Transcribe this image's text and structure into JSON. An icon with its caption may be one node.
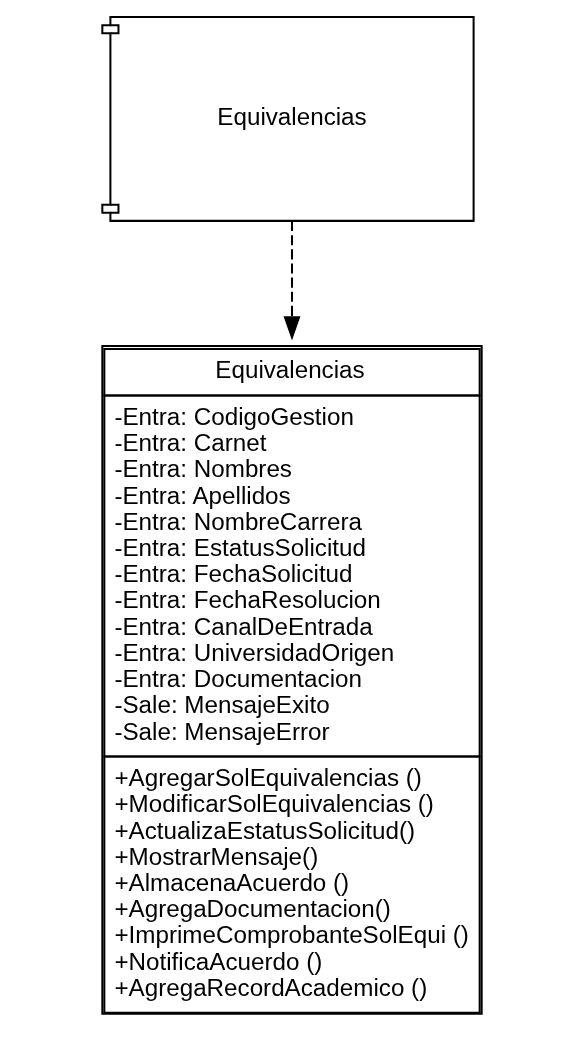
{
  "diagram": {
    "nodes": [
      {
        "text": [
          "Equivalencias"
        ]
      },
      {
        "text": [
          "Equivalencias",
          "-Entra: CodigoGestion",
          "-Entra: Carnet",
          "-Entra: Nombres",
          "-Entra: Apellidos",
          "-Entra: NombreCarrera",
          "-Entra: EstatusSolicitud",
          "-Entra: FechaSolicitud",
          "-Entra: FechaResolucion",
          "-Entra: CanalDeEntrada",
          "-Entra: UniversidadOrigen",
          "-Entra: Documentacion",
          "-Sale: MensajeExito",
          "-Sale: MensajeError",
          "+AgregarSolEquivalencias ()",
          "+ModificarSolEquivalencias ()",
          "+ActualizaEstatusSolicitud()",
          "+MostrarMensaje()",
          "+AlmacenaAcuerdo ()",
          "+AgregaDocumentacion()",
          "+ImprimeComprobanteSolEqui ()",
          "+NotificaAcuerdo ()",
          "+AgregaRecordAcademico ()"
        ]
      }
    ],
    "edges": [
      {
        "from": 0,
        "to": 1,
        "arrow": "to",
        "style": "dashed"
      }
    ]
  }
}
